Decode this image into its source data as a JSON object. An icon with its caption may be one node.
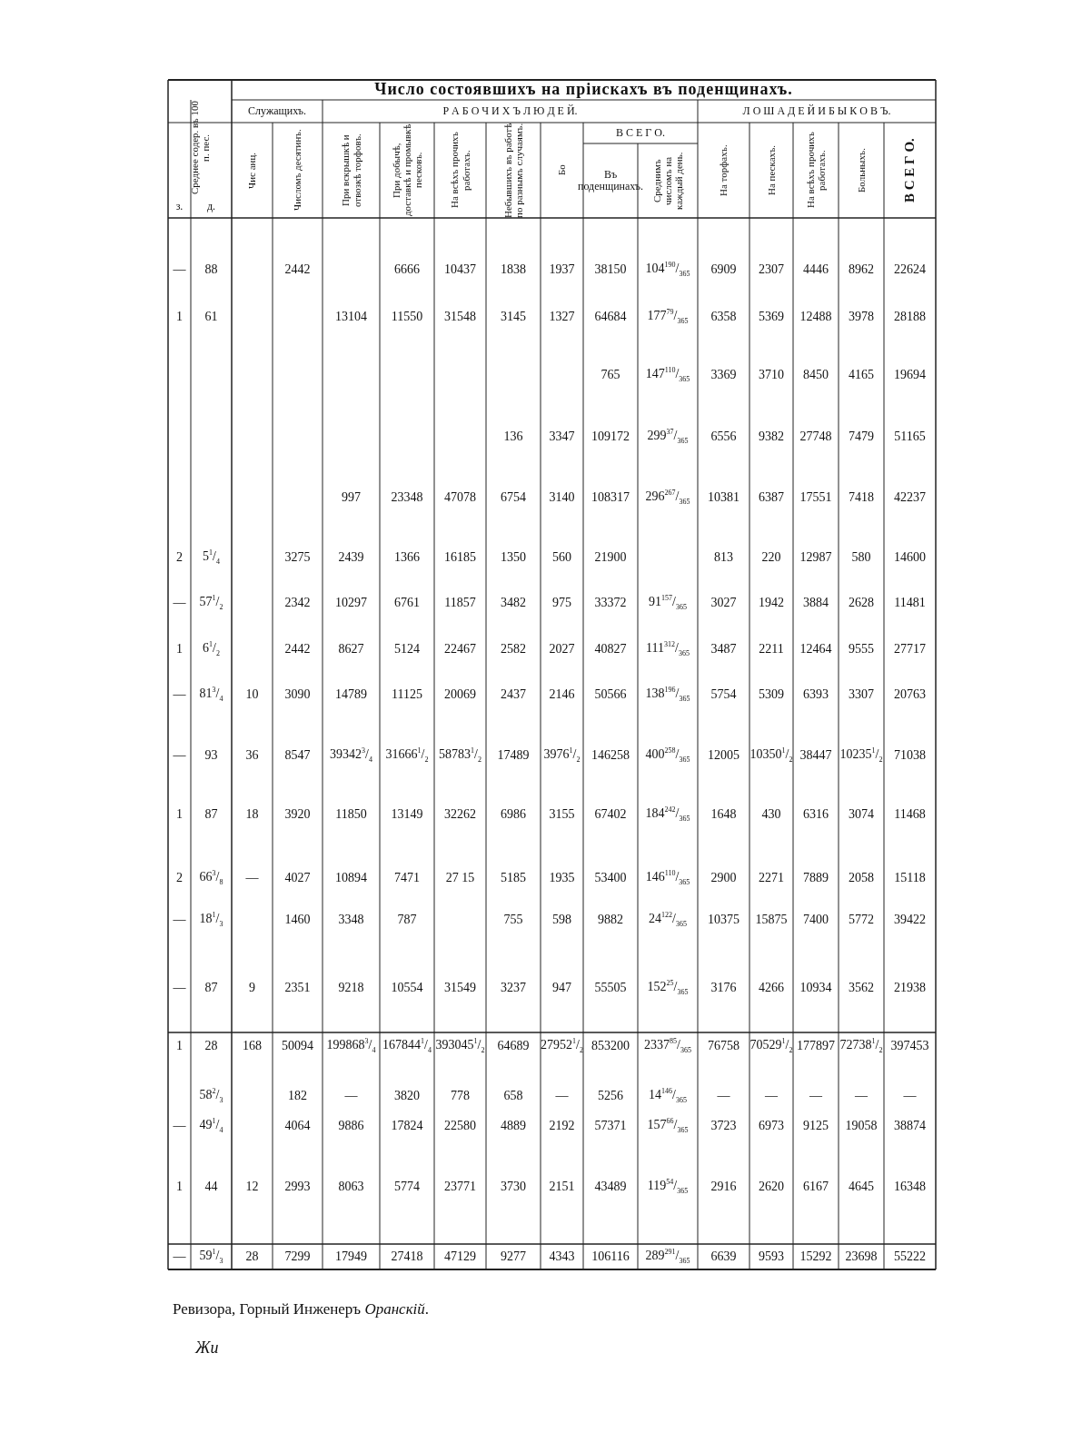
{
  "diagram": {
    "labels": [
      "Число состоявшихъ на прiискахъ въ поденщинахъ.",
      "Среднее содер. въ 100 п. пес.",
      "Служащихъ.",
      "Р А Б О Ч И Х Ъ  Л Ю Д Е Й.",
      "Л О Ш А Д Е Й  И  Б Ы К О В Ъ.",
      "В С Е Г О.",
      "з.",
      "д.",
      "Чис анц.",
      "Числомъ десятинъ.",
      "При вскрышкѣ и отвозкѣ торфовъ.",
      "При добычѣ, доставкѣ и промывкѣ песковъ.",
      "На всѣхъ прочихъ работахъ.",
      "Небывшихъ въ работѣ по разнымъ случаямъ.",
      "Бо",
      "Въ поденщинахъ.",
      "Среднимъ числомъ на каждый день.",
      "На торфахъ.",
      "На пескахъ.",
      "На всѣхъ прочихъ работахъ.",
      "Больныхъ.",
      "В С Е Г О.",
      "—",
      "88",
      "2442",
      "6666",
      "10437",
      "1838",
      "1937",
      "38150",
      "104$^{190}$/$_{365}$",
      "6909",
      "2307",
      "4446",
      "8962",
      "22624",
      "1",
      "61",
      "13104",
      "11550",
      "31548",
      "3145",
      "1327",
      "64684",
      "177$^{79}$/$_{365}$",
      "6358",
      "5369",
      "12488",
      "3978",
      "28188",
      "765",
      "147$^{110}$/$_{365}$",
      "3369",
      "3710",
      "8450",
      "4165",
      "19694",
      "136",
      "3347",
      "109172",
      "299$^{37}$/$_{365}$",
      "6556",
      "9382",
      "27748",
      "7479",
      "51165",
      "997",
      "23348",
      "47078",
      "6754",
      "3140",
      "108317",
      "296$^{267}$/$_{365}$",
      "10381",
      "6387",
      "17551",
      "7418",
      "42237",
      "2",
      "5$^{1}$/$_{4}$",
      "3275",
      "2439",
      "1366",
      "16185",
      "1350",
      "560",
      "21900",
      "813",
      "220",
      "12987",
      "580",
      "14600",
      "—",
      "57$^{1}$/$_{2}$",
      "2342",
      "10297",
      "6761",
      "11857",
      "3482",
      "975",
      "33372",
      "91$^{157}$/$_{365}$",
      "3027",
      "1942",
      "3884",
      "2628",
      "11481",
      "1",
      "6$^{1}$/$_{2}$",
      "2442",
      "8627",
      "5124",
      "22467",
      "2582",
      "2027",
      "40827",
      "111$^{312}$/$_{365}$",
      "3487",
      "2211",
      "12464",
      "9555",
      "27717",
      "—",
      "81$^{3}$/$_{4}$",
      "10",
      "3090",
      "14789",
      "11125",
      "20069",
      "2437",
      "2146",
      "50566",
      "138$^{196}$/$_{365}$",
      "5754",
      "5309",
      "6393",
      "3307",
      "20763",
      "—",
      "93",
      "36",
      "8547",
      "39342$^{3}$/$_{4}$",
      "31666$^{1}$/$_{2}$",
      "58783$^{1}$/$_{2}$",
      "17489",
      "3976$^{1}$/$_{2}$",
      "146258",
      "400$^{258}$/$_{365}$",
      "12005",
      "10350$^{1}$/$_{2}$",
      "38447",
      "10235$^{1}$/$_{2}$",
      "71038",
      "1",
      "87",
      "18",
      "3920",
      "11850",
      "13149",
      "32262",
      "6986",
      "3155",
      "67402",
      "184$^{242}$/$_{365}$",
      "1648",
      "430",
      "6316",
      "3074",
      "11468",
      "2",
      "66$^{3}$/$_{8}$",
      "—",
      "4027",
      "10894",
      "7471",
      "27 15",
      "5185",
      "1935",
      "53400",
      "146$^{110}$/$_{365}$",
      "2900",
      "2271",
      "7889",
      "2058",
      "15118",
      "—",
      "18$^{1}$/$_{3}$",
      "1460",
      "3348",
      "787",
      "755",
      "598",
      "9882",
      "24$^{122}$/$_{365}$",
      "10375",
      "15875",
      "7400",
      "5772",
      "39422",
      "—",
      "87",
      "9",
      "2351",
      "9218",
      "10554",
      "31549",
      "3237",
      "947",
      "55505",
      "152$^{25}$/$_{365}$",
      "3176",
      "4266",
      "10934",
      "3562",
      "21938",
      "1",
      "28",
      "168",
      "50094",
      "199868$^{3}$/$_{4}$",
      "167844$^{1}$/$_{4}$",
      "393045$^{1}$/$_{2}$",
      "64689",
      "27952$^{1}$/$_{2}$",
      "853200",
      "2337$^{85}$/$_{365}$",
      "76758",
      "70529$^{1}$/$_{2}$",
      "177897",
      "72738$^{1}$/$_{2}$",
      "397453",
      "58$^{2}$/$_{3}$",
      "182",
      "—",
      "3820",
      "778",
      "658",
      "—",
      "5256",
      "14$^{146}$/$_{365}$",
      "—",
      "—",
      "—",
      "—",
      "—",
      "—",
      "49$^{1}$/$_{4}$",
      "4064",
      "9886",
      "17824",
      "22580",
      "4889",
      "2192",
      "57371",
      "157$^{66}$/$_{365}$",
      "3723",
      "6973",
      "9125",
      "19058",
      "38874",
      "1",
      "44",
      "12",
      "2993",
      "8063",
      "5774",
      "23771",
      "3730",
      "2151",
      "43489",
      "119$^{54}$/$_{365}$",
      "2916",
      "2620",
      "6167",
      "4645",
      "16348",
      "—",
      "59$^{1}$/$_{3}$",
      "28",
      "7299",
      "17949",
      "27418",
      "47129",
      "9277",
      "4343",
      "106116",
      "289$^{291}$/$_{365}$",
      "6639",
      "9593",
      "15292",
      "23698",
      "55222",
      "Ревизора, Горный Инженеръ *Оранскiй*.",
      "Жи"
    ]
  }
}
